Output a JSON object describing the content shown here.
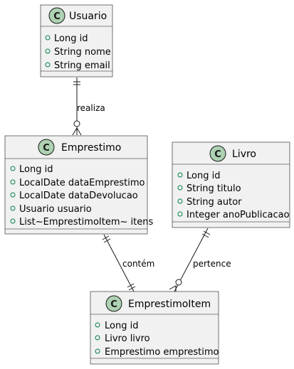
{
  "diagram": {
    "stereotype_letter": "C",
    "colors": {
      "class_fill": "#f1f1f1",
      "class_border": "#181818",
      "badge_fill": "#add1b2",
      "attribute_marker": "#038048"
    },
    "classes": [
      {
        "name": "Usuario",
        "attributes": [
          "Long id",
          "String nome",
          "String email"
        ]
      },
      {
        "name": "Emprestimo",
        "attributes": [
          "Long id",
          "LocalDate dataEmprestimo",
          "LocalDate dataDevolucao",
          "Usuario usuario",
          "List~EmprestimoItem~ itens"
        ]
      },
      {
        "name": "Livro",
        "attributes": [
          "Long id",
          "String titulo",
          "String autor",
          "Integer anoPublicacao"
        ]
      },
      {
        "name": "EmprestimoItem",
        "attributes": [
          "Long id",
          "Livro livro",
          "Emprestimo emprestimo"
        ]
      }
    ],
    "relations": [
      {
        "from": "Usuario",
        "to": "Emprestimo",
        "label": "realiza",
        "from_end": "exactly-one",
        "to_end": "zero-or-many"
      },
      {
        "from": "Emprestimo",
        "to": "EmprestimoItem",
        "label": "contém",
        "from_end": "exactly-one",
        "to_end": "exactly-one"
      },
      {
        "from": "Livro",
        "to": "EmprestimoItem",
        "label": "pertence",
        "from_end": "exactly-one",
        "to_end": "zero-or-many"
      }
    ]
  }
}
